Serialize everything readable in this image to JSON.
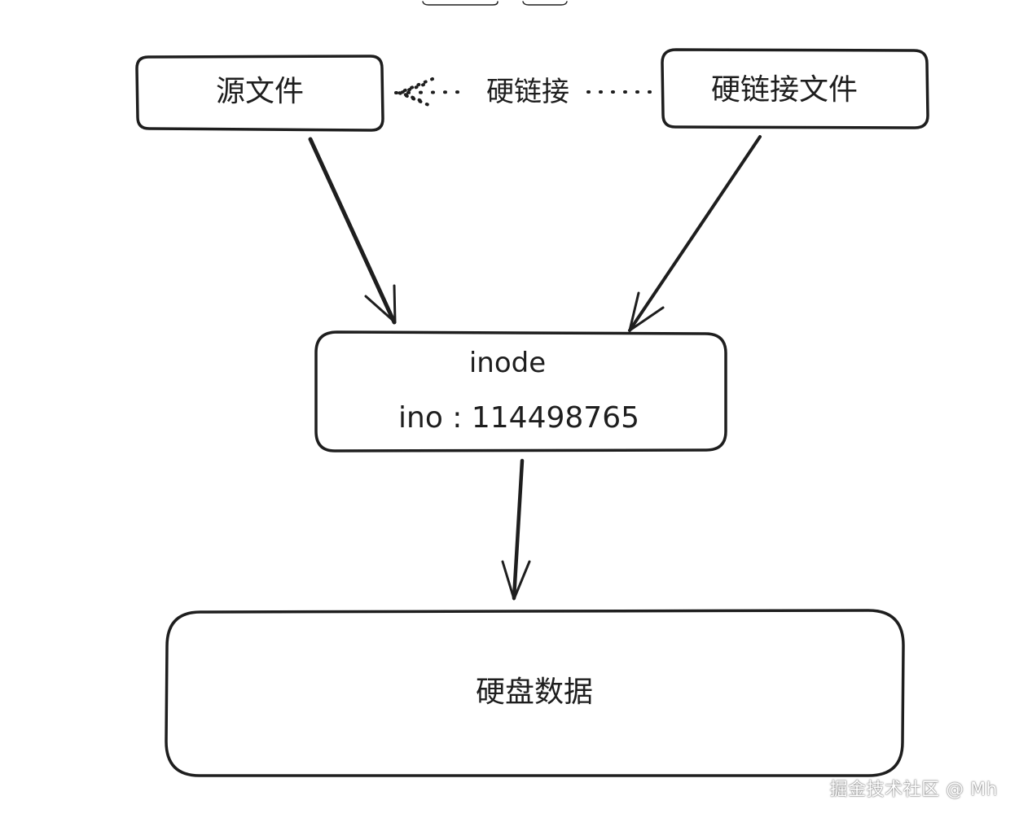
{
  "nodes": {
    "source_file": "源文件",
    "hardlink_file": "硬链接文件",
    "inode_title": "inode",
    "inode_number": "ino : 114498765",
    "disk_data": "硬盘数据"
  },
  "edges": {
    "hardlink_label": "硬链接"
  },
  "watermark": "掘金技术社区 @ Mh"
}
